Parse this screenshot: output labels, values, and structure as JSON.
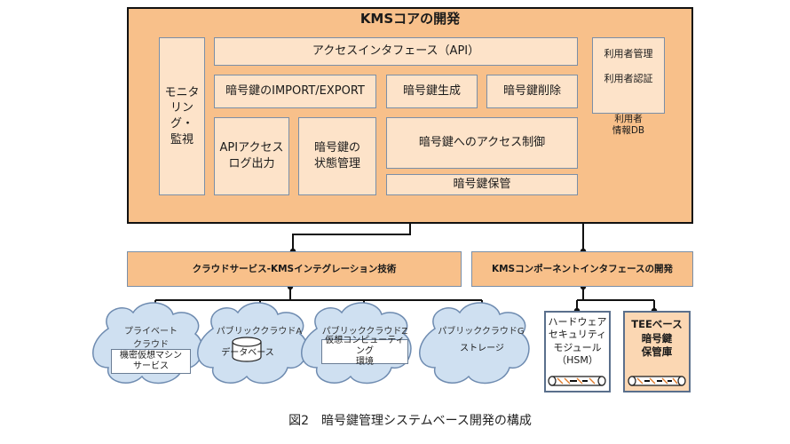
{
  "core": {
    "title": "KMSコアの開発",
    "access_interface": "アクセスインタフェース（API）",
    "monitoring": [
      "モニタ",
      "リング・",
      "監視"
    ],
    "import_export": "暗号鍵のIMPORT/EXPORT",
    "key_generate": "暗号鍵生成",
    "key_delete": "暗号鍵削除",
    "api_log": [
      "APIアクセス",
      "ログ出力"
    ],
    "key_state": [
      "暗号鍵の",
      "状態管理"
    ],
    "access_control": "暗号鍵へのアクセス制御",
    "key_storage": "暗号鍵保管",
    "user_mgmt": "利用者管理",
    "user_auth": "利用者認証",
    "user_db": [
      "利用者",
      "情報DB"
    ]
  },
  "integration": {
    "cloud_kms": "クラウドサービス-KMSインテグレーション技術",
    "component_if": "KMSコンポーネントインタフェースの開発"
  },
  "clouds": [
    {
      "label": [
        "プライベート",
        "クラウド"
      ],
      "box": [
        "機密仮想マシン",
        "サービス"
      ]
    },
    {
      "label": [
        "パブリッククラウドA"
      ],
      "box": [
        "データベース"
      ]
    },
    {
      "label": [
        "パブリッククラウドZ"
      ],
      "box": [
        "仮想コンピューティング",
        "環境"
      ]
    },
    {
      "label": [
        "パブリッククラウドG"
      ],
      "box": [
        "ストレージ"
      ]
    }
  ],
  "hsm": [
    "ハードウェア",
    "セキュリティ",
    "モジュール",
    "（HSM）"
  ],
  "tee": [
    "TEEベース",
    "暗号鍵",
    "保管庫"
  ],
  "caption": "図2　暗号鍵管理システムベース開発の構成",
  "colors": {
    "core_fill": "#f8c08a",
    "inner_fill": "#fde3c9",
    "border_blue": "#7a8fa8"
  }
}
